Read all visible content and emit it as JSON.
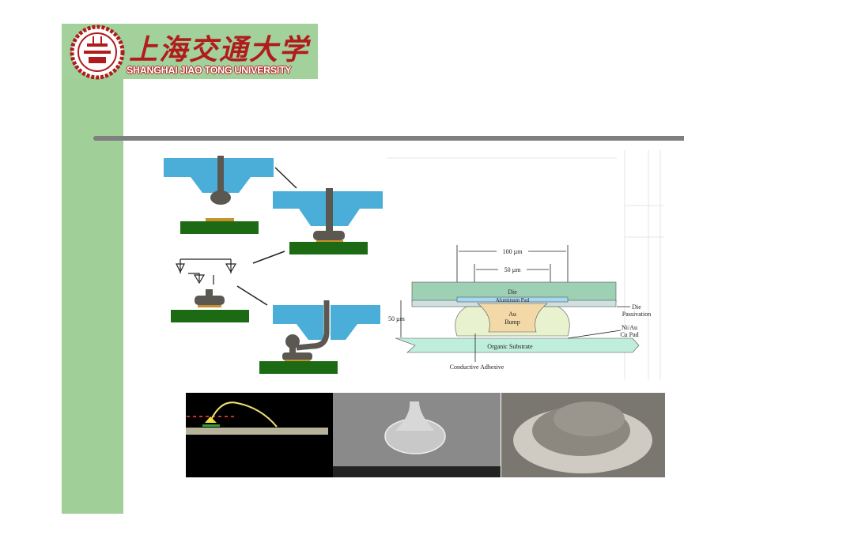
{
  "logo": {
    "name_cn": "上海交通大学",
    "name_en": "SHANGHAI JIAO TONG UNIVERSITY"
  },
  "bump_diagram": {
    "dim_outer": "100 µm",
    "dim_inner": "50 µm",
    "dim_height": "50 µm",
    "die": "Die",
    "aluminum_pad": "Aluminum Pad",
    "au_bump_line1": "Au",
    "au_bump_line2": "Bump",
    "die_passivation_line1": "Die",
    "die_passivation_line2": "Passivation",
    "ni_au_line1": "Ni/Au",
    "ni_au_line2": "Cu Pad",
    "organic_substrate": "Organic Substrate",
    "conductive_adhesive": "Conductive Adhesive"
  },
  "colors": {
    "sidebar": "#a0cf98",
    "capillary": "#4aaed8",
    "wire": "#5a5850",
    "substrate": "#1c6b14",
    "pad": "#c8902a",
    "logo_red": "#b01c1c"
  }
}
